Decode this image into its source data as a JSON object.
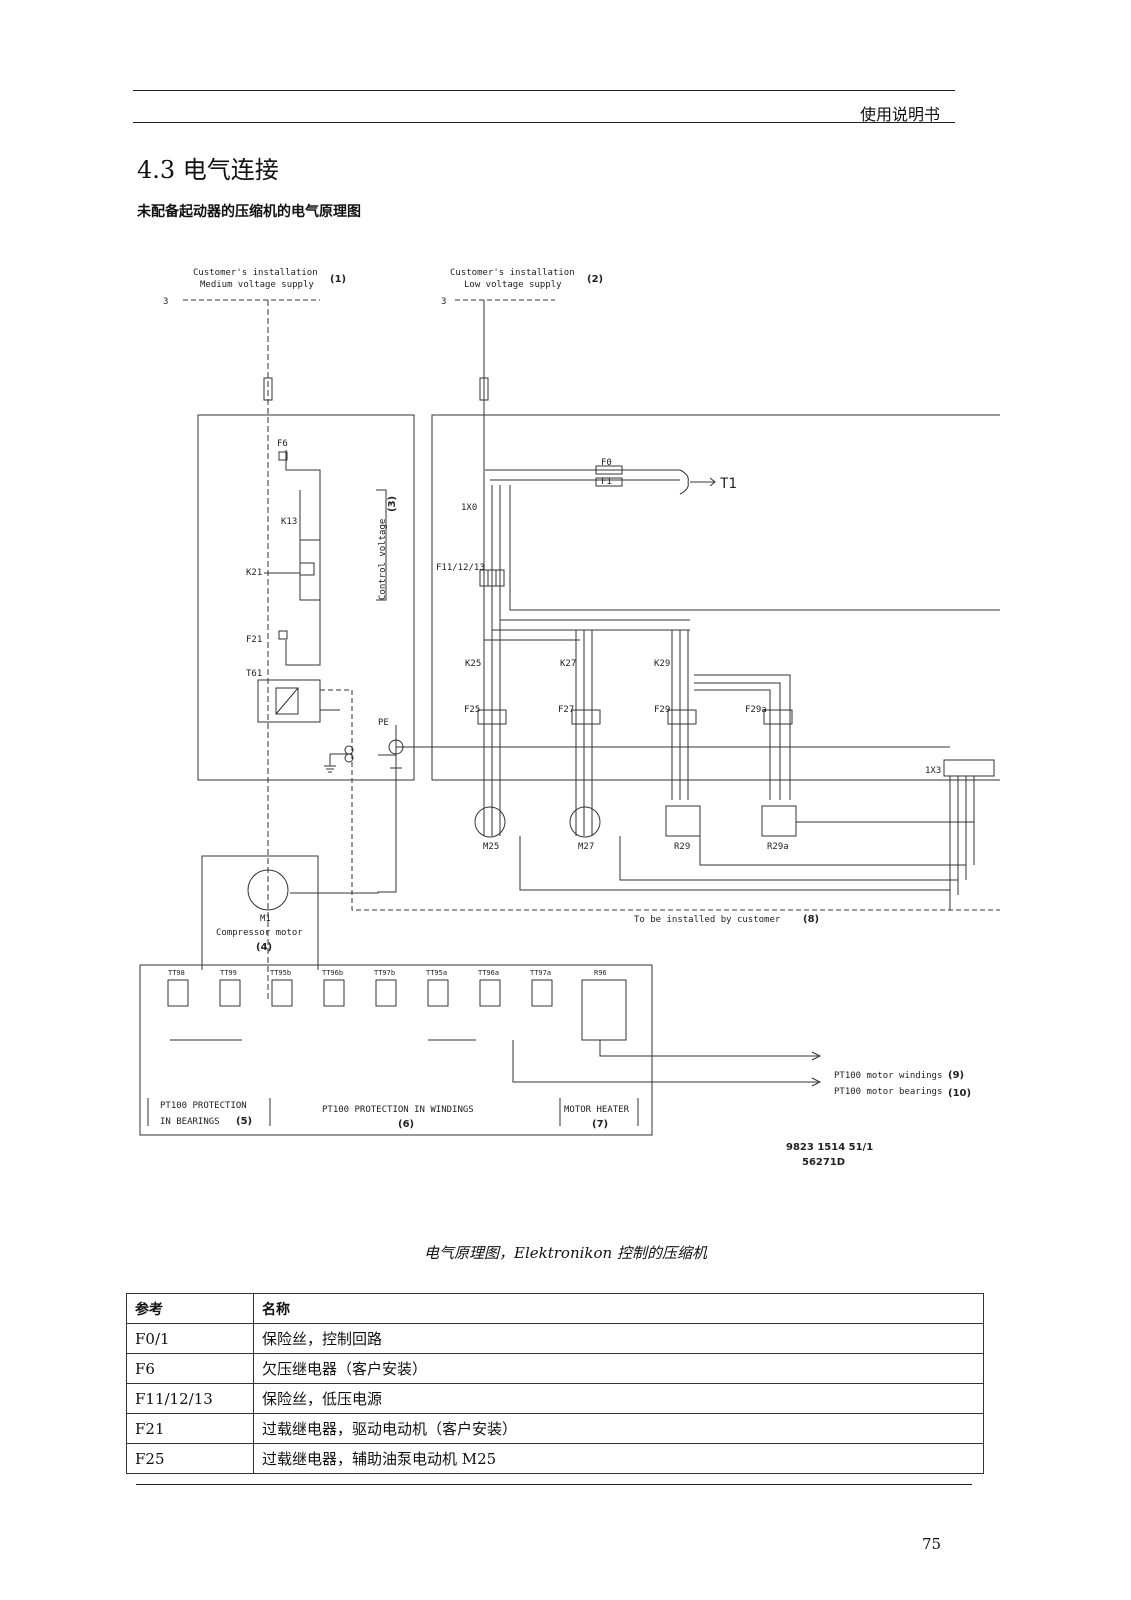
{
  "header": {
    "title": "使用说明书"
  },
  "section": {
    "heading": "4.3 电气连接",
    "subtitle": "未配备起动器的压缩机的电气原理图"
  },
  "diagram": {
    "supply_medium": {
      "line1": "Customer's installation",
      "line2": "Medium voltage supply",
      "ref": "(1)"
    },
    "supply_low": {
      "line1": "Customer's installation",
      "line2": "Low voltage supply",
      "ref": "(2)"
    },
    "phase_label": "3",
    "control_voltage": {
      "label": "Control voltage",
      "ref": "(3)"
    },
    "left_components": [
      "F6",
      "K13",
      "K21",
      "F21",
      "T61",
      "PE"
    ],
    "right_components": [
      "F0",
      "F1",
      "T1",
      "1X0",
      "F11/12/13",
      "K25",
      "K27",
      "K29",
      "F25",
      "F27",
      "F29",
      "F29a",
      "1X3"
    ],
    "motors": [
      "M25",
      "M27",
      "R29",
      "R29a"
    ],
    "compressor_motor": {
      "id": "M1",
      "label": "Compressor motor",
      "ref": "(4)"
    },
    "customer_note": {
      "text": "To be installed by customer",
      "ref": "(8)"
    },
    "sensors": [
      "TT98",
      "TT99",
      "TT95b",
      "TT96b",
      "TT97b",
      "TT95a",
      "TT96a",
      "TT97a",
      "R96"
    ],
    "protection_bearings": {
      "line1": "PT100 PROTECTION",
      "line2": "IN BEARINGS",
      "ref": "(5)"
    },
    "protection_windings": {
      "label": "PT100 PROTECTION IN WINDINGS",
      "ref": "(6)"
    },
    "motor_heater": {
      "label": "MOTOR HEATER",
      "ref": "(7)"
    },
    "windings_out": {
      "label": "PT100 motor windings",
      "ref": "(9)"
    },
    "bearings_out": {
      "label": "PT100 motor bearings",
      "ref": "(10)"
    },
    "drawing_no": {
      "line1": "9823 1514 51/1",
      "line2": "56271D"
    }
  },
  "caption": "电气原理图，Elektronikon 控制的压缩机",
  "table": {
    "headers": [
      "参考",
      "名称"
    ],
    "rows": [
      [
        "F0/1",
        "保险丝，控制回路"
      ],
      [
        "F6",
        "欠压继电器（客户安装）"
      ],
      [
        "F11/12/13",
        "保险丝，低压电源"
      ],
      [
        "F21",
        "过载继电器，驱动电动机（客户安装）"
      ],
      [
        "F25",
        "过载继电器，辅助油泵电动机 M25"
      ]
    ]
  },
  "page_number": "75"
}
